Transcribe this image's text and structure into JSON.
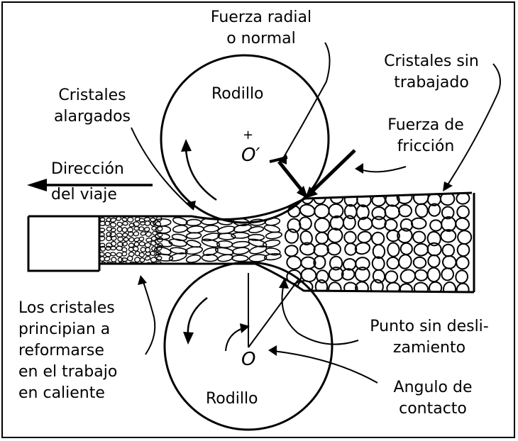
{
  "colors": {
    "ink": "#000000",
    "paper": "#ffffff"
  },
  "labels": {
    "radial_force": [
      "Fuerza radial",
      "o normal"
    ],
    "unworked_crystals": [
      "Cristales sin",
      "trabajado"
    ],
    "friction_force": [
      "Fuerza de",
      "fricción"
    ],
    "elongated_crystals": [
      "Cristales",
      "alargados"
    ],
    "top_roll": "Rodillo",
    "bottom_roll": "Rodillo",
    "travel_direction": [
      "Dirección",
      "del viaje"
    ],
    "top_center": "O′",
    "top_center_plus": "+",
    "bottom_center": "O",
    "reforming_crystals": [
      "Los cristales",
      "principian a",
      "reformarse",
      "en el trabajo",
      "en caliente"
    ],
    "no_slip_point": [
      "Punto sin desli-",
      "zamiento"
    ],
    "contact_angle": [
      "Angulo de",
      "contacto"
    ]
  }
}
